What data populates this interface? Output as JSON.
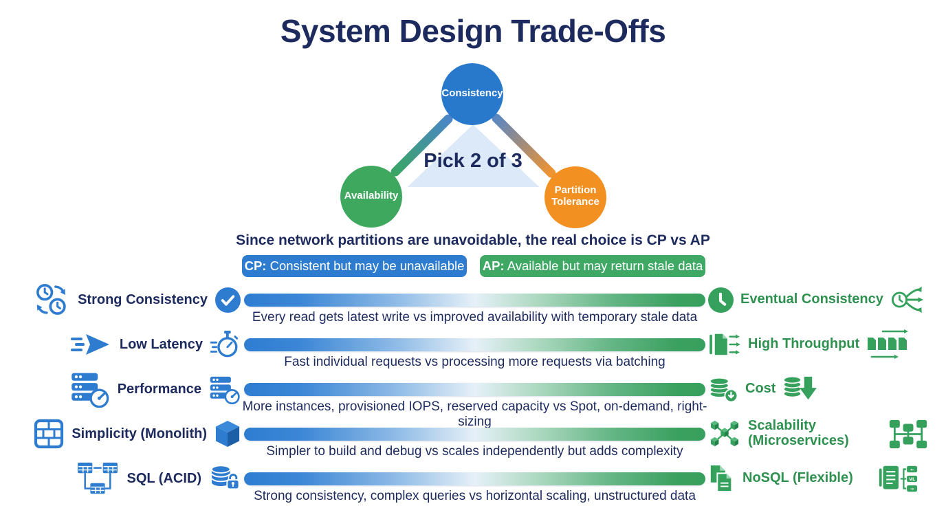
{
  "title": "System Design Trade-Offs",
  "colors": {
    "navy_text": "#1d2a5e",
    "blue_accent": "#2e7cd0",
    "green_accent": "#35a15d",
    "orange_accent": "#f29122",
    "bar_gradient_left": "#2e7dd1",
    "bar_gradient_right": "#3aa05f",
    "triangle_fill": "#dbe9f9"
  },
  "cap_diagram": {
    "nodes": [
      {
        "id": "consistency",
        "label": "Consistency",
        "color": "#2878cc"
      },
      {
        "id": "availability",
        "label": "Availability",
        "color": "#3fa85f"
      },
      {
        "id": "partition-tolerance",
        "label": "Partition Tolerance",
        "color": "#f29122"
      }
    ],
    "center_label": "Pick 2 of 3",
    "note": "Since network partitions are unavoidable, the real choice is CP vs AP",
    "badges": [
      {
        "id": "cp",
        "prefix": "CP:",
        "text": " Consistent but may be unavailable",
        "color": "#2e7cd0"
      },
      {
        "id": "ap",
        "prefix": "AP:",
        "text": " Available but may return stale data",
        "color": "#3fa865"
      }
    ]
  },
  "tradeoffs": [
    {
      "left_label": "Strong Consistency",
      "right_label": "Eventual Consistency",
      "subtitle": "Every read gets latest write vs improved availability with temporary stale data",
      "left_icons": [
        "clocks-sync-icon",
        "check-circle-icon"
      ],
      "right_icons": [
        "clock-filled-icon",
        "clock-branch-icon"
      ]
    },
    {
      "left_label": "Low Latency",
      "right_label": "High Throughput",
      "subtitle": "Fast individual requests vs processing more requests via batching",
      "left_icons": [
        "speed-arrow-icon",
        "stopwatch-icon"
      ],
      "right_icons": [
        "doc-arrows-icon",
        "batch-docs-icon"
      ]
    },
    {
      "left_label": "Performance",
      "right_label": "Cost",
      "subtitle": "More instances, provisioned IOPS, reserved capacity vs Spot, on-demand, right-sizing",
      "left_icons": [
        "server-gauge-icon",
        "server-gauge-icon"
      ],
      "right_icons": [
        "coins-discount-icon",
        "cost-down-arrow-icon"
      ]
    },
    {
      "left_label": "Simplicity (Monolith)",
      "right_label": "Scalability (Microservices)",
      "subtitle": "Simpler to build and debug vs scales independently but adds complexity",
      "left_icons": [
        "brick-wall-icon",
        "cube-icon"
      ],
      "right_icons": [
        "cubes-cluster-icon",
        "service-network-icon"
      ]
    },
    {
      "left_label": "SQL (ACID)",
      "right_label": "NoSQL (Flexible)",
      "subtitle": "Strong consistency, complex queries vs horizontal scaling, unstructured data",
      "left_icons": [
        "linked-tables-icon",
        "database-lock-icon"
      ],
      "right_icons": [
        "documents-icon",
        "doc-keyvalue-icon"
      ]
    }
  ]
}
